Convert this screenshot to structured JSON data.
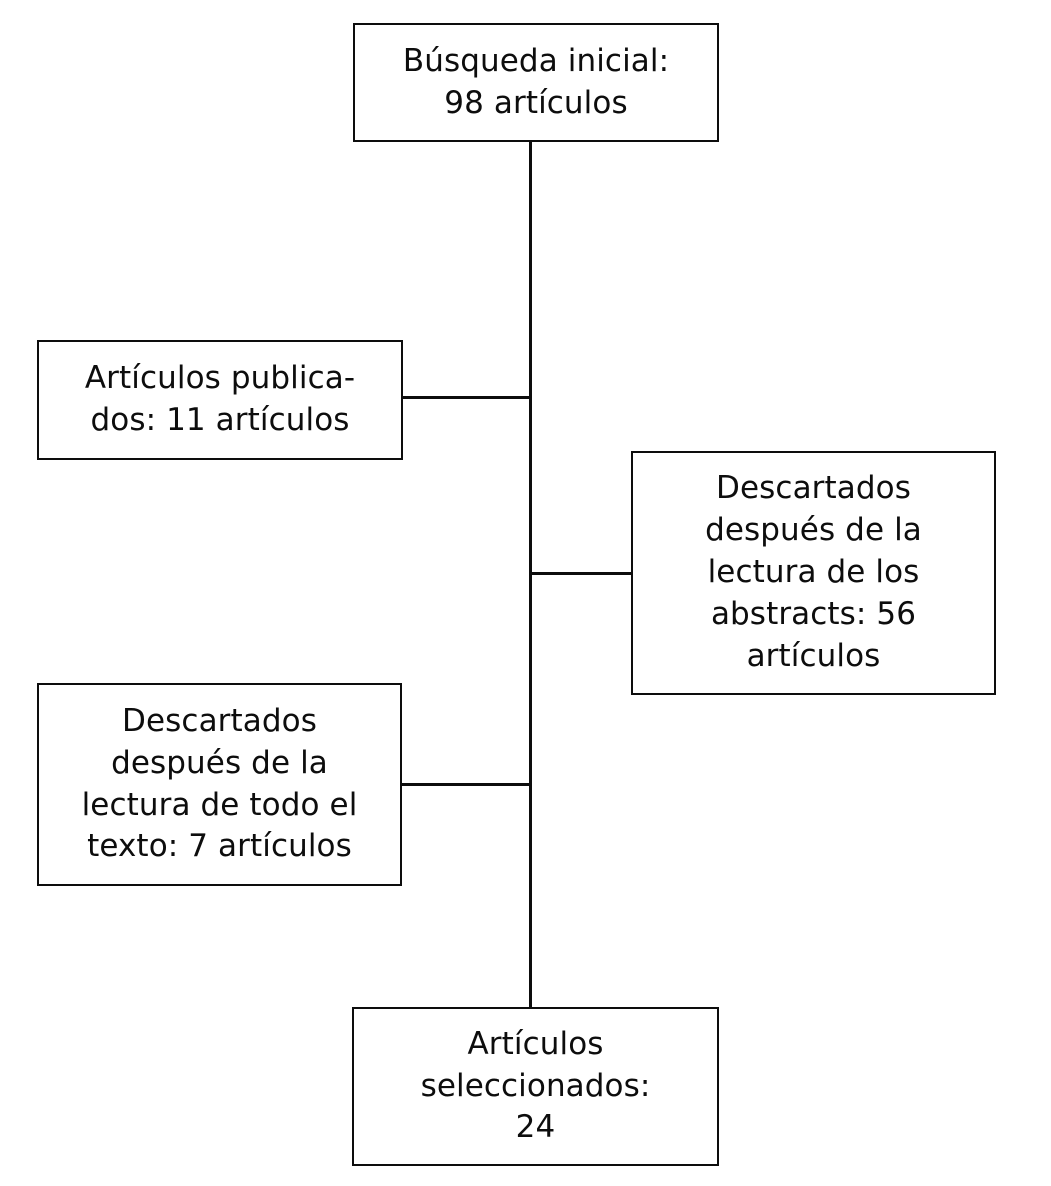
{
  "diagram": {
    "type": "flowchart",
    "title": "Diagrama de flujo de seleccion de articulos",
    "language": "es",
    "orientation": "vertical-spine",
    "line_color": "#0d0d0d",
    "background_color": "#ffffff",
    "nodes": [
      {
        "id": "initial-search",
        "text": "Búsqueda inicial:\n98 artículos",
        "count": 98,
        "shape": "rectangle",
        "position": "top-center"
      },
      {
        "id": "published-articles",
        "text": "Artículos publica-\ndos: 11 artículos",
        "count": 11,
        "shape": "rectangle",
        "position": "left-upper"
      },
      {
        "id": "discarded-abstracts",
        "text": "Descartados\ndespués de la\nlectura de los\nabstracts: 56\nartículos",
        "count": 56,
        "shape": "rectangle",
        "position": "right"
      },
      {
        "id": "discarded-fulltext",
        "text": "Descartados\ndespués de la\nlectura de todo el\ntexto: 7 artículos",
        "count": 7,
        "shape": "rectangle",
        "position": "left-lower"
      },
      {
        "id": "selected-articles",
        "text": "Artículos\nseleccionados:\n24",
        "count": 24,
        "shape": "rectangle",
        "position": "bottom-center"
      }
    ],
    "connectors": [
      {
        "id": "spine",
        "from": "initial-search",
        "to": "selected-articles",
        "direction": "vertical"
      },
      {
        "id": "published",
        "from": "published-articles",
        "to": "spine",
        "direction": "horizontal"
      },
      {
        "id": "abstracts",
        "from": "spine",
        "to": "discarded-abstracts",
        "direction": "horizontal"
      },
      {
        "id": "fulltext",
        "from": "discarded-fulltext",
        "to": "spine",
        "direction": "horizontal"
      }
    ]
  }
}
